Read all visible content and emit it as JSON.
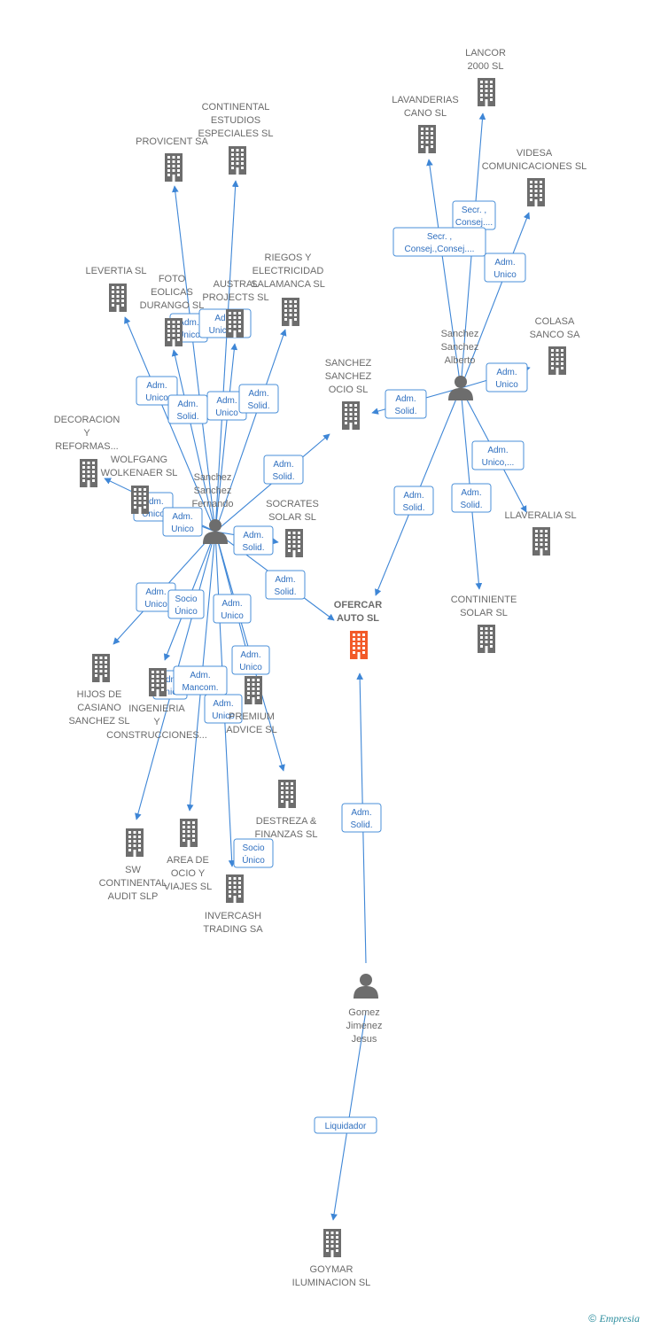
{
  "colors": {
    "company": "#6d6d6d",
    "focus": "#f25a29",
    "person": "#6d6d6d",
    "edge": "#3e86d6",
    "role": "#2f6fbf"
  },
  "nodes": [
    {
      "id": "lancor",
      "type": "company",
      "lines": [
        "LANCOR",
        "2000 SL"
      ]
    },
    {
      "id": "lavanderias",
      "type": "company",
      "lines": [
        "LAVANDERIAS",
        "CANO SL"
      ]
    },
    {
      "id": "videsa",
      "type": "company",
      "lines": [
        "VIDESA",
        "COMUNICACIONES SL"
      ]
    },
    {
      "id": "continental_estudios",
      "type": "company",
      "lines": [
        "CONTINENTAL",
        "ESTUDIOS",
        "ESPECIALES  SL"
      ]
    },
    {
      "id": "provicent",
      "type": "company",
      "lines": [
        "PROVICENT SA"
      ]
    },
    {
      "id": "riegos",
      "type": "company",
      "lines": [
        "RIEGOS Y",
        "ELECTRICIDAD",
        "SALAMANCA SL"
      ]
    },
    {
      "id": "levertia",
      "type": "company",
      "lines": [
        "LEVERTIA SL"
      ]
    },
    {
      "id": "foto",
      "type": "company",
      "lines": [
        "FOTO",
        "EOLICAS",
        "DURANGO  SL"
      ]
    },
    {
      "id": "austral",
      "type": "company",
      "lines": [
        "AUSTRAL",
        "PROJECTS  SL"
      ]
    },
    {
      "id": "colasa",
      "type": "company",
      "lines": [
        "COLASA",
        "SANCO SA"
      ]
    },
    {
      "id": "sanchez_ocio",
      "type": "company",
      "lines": [
        "SANCHEZ",
        "SANCHEZ",
        "OCIO SL"
      ]
    },
    {
      "id": "decoracion",
      "type": "company",
      "lines": [
        "DECORACION",
        "Y",
        "REFORMAS..."
      ]
    },
    {
      "id": "wolfgang",
      "type": "company",
      "lines": [
        "WOLFGANG",
        "WOLKENAER SL"
      ]
    },
    {
      "id": "socrates",
      "type": "company",
      "lines": [
        "SOCRATES",
        "SOLAR SL"
      ]
    },
    {
      "id": "llaveralia",
      "type": "company",
      "lines": [
        "LLAVERALIA SL"
      ]
    },
    {
      "id": "ofercar",
      "type": "focus",
      "lines": [
        "OFERCAR",
        "AUTO  SL"
      ]
    },
    {
      "id": "continiente",
      "type": "company",
      "lines": [
        "CONTINIENTE",
        "SOLAR SL"
      ]
    },
    {
      "id": "hijos",
      "type": "company",
      "lines": [
        "HIJOS DE",
        "CASIANO",
        "SANCHEZ  SL"
      ]
    },
    {
      "id": "ingenieria",
      "type": "company",
      "lines": [
        "INGENIERIA",
        "Y",
        "CONSTRUCCIONES..."
      ]
    },
    {
      "id": "premium",
      "type": "company",
      "lines": [
        "PREMIUM",
        "ADVICE SL"
      ]
    },
    {
      "id": "destreza",
      "type": "company",
      "lines": [
        "DESTREZA &",
        "FINANZAS SL"
      ]
    },
    {
      "id": "sw",
      "type": "company",
      "lines": [
        "SW",
        "CONTINENTAL",
        "AUDIT  SLP"
      ]
    },
    {
      "id": "area",
      "type": "company",
      "lines": [
        "AREA DE",
        "OCIO Y",
        "VIAJES SL"
      ]
    },
    {
      "id": "invercash",
      "type": "company",
      "lines": [
        "INVERCASH",
        "TRADING SA"
      ]
    },
    {
      "id": "goymar",
      "type": "company",
      "lines": [
        "GOYMAR",
        "ILUMINACION SL"
      ]
    },
    {
      "id": "ssalberto",
      "type": "person",
      "lines": [
        "Sanchez",
        "Sanchez",
        "Alberto"
      ]
    },
    {
      "id": "ssfernando",
      "type": "person",
      "lines": [
        "Sanchez",
        "Sanchez",
        "Fernando"
      ]
    },
    {
      "id": "gomez",
      "type": "person",
      "lines": [
        "Gomez",
        "Jimenez",
        "Jesus"
      ]
    }
  ],
  "roles": [
    {
      "id": "r_secr1",
      "lines": [
        "Secr. ,",
        "Consej...."
      ]
    },
    {
      "id": "r_secr2",
      "lines": [
        "Secr. ,",
        "Consej.,Consej...."
      ]
    },
    {
      "id": "r_adm_videsa",
      "lines": [
        "Adm.",
        "Unico"
      ]
    },
    {
      "id": "r_adm_colasa",
      "lines": [
        "Adm.",
        "Unico"
      ]
    },
    {
      "id": "r_adm_ocio",
      "lines": [
        "Adm.",
        "Solid."
      ]
    },
    {
      "id": "r_adm_llav",
      "lines": [
        "Adm.",
        "Unico,..."
      ]
    },
    {
      "id": "r_adm_ofer_a",
      "lines": [
        "Adm.",
        "Solid."
      ]
    },
    {
      "id": "r_adm_cont",
      "lines": [
        "Adm.",
        "Solid."
      ]
    },
    {
      "id": "r_adm_foto",
      "lines": [
        "Adm.",
        "Unico"
      ]
    },
    {
      "id": "r_adm_cont_est",
      "lines": [
        "Adm.",
        "Unico,..."
      ]
    },
    {
      "id": "r_adm_lev",
      "lines": [
        "Adm.",
        "Unico"
      ]
    },
    {
      "id": "r_adm_prov",
      "lines": [
        "Adm.",
        "Solid."
      ]
    },
    {
      "id": "r_adm_aus",
      "lines": [
        "Adm.",
        "Unico"
      ]
    },
    {
      "id": "r_adm_rieg",
      "lines": [
        "Adm.",
        "Solid."
      ]
    },
    {
      "id": "r_adm_ocio_f",
      "lines": [
        "Adm.",
        "Solid."
      ]
    },
    {
      "id": "r_adm_wolf",
      "lines": [
        "Adm.",
        "Unico"
      ]
    },
    {
      "id": "r_adm_deco",
      "lines": [
        "Adm.",
        "Unico"
      ]
    },
    {
      "id": "r_adm_socr",
      "lines": [
        "Adm.",
        "Solid."
      ]
    },
    {
      "id": "r_adm_ofer_f",
      "lines": [
        "Adm.",
        "Solid."
      ]
    },
    {
      "id": "r_adm_hijos",
      "lines": [
        "Adm.",
        "Unico"
      ]
    },
    {
      "id": "r_socio_ing",
      "lines": [
        "Socio",
        "Único"
      ]
    },
    {
      "id": "r_adm_prem1",
      "lines": [
        "Adm.",
        "Unico"
      ]
    },
    {
      "id": "r_adm_dest",
      "lines": [
        "Adm.",
        "Unico"
      ]
    },
    {
      "id": "r_adm_ing",
      "lines": [
        "Adm.",
        "Unico"
      ]
    },
    {
      "id": "r_mancom",
      "lines": [
        "Adm.",
        "Mancom."
      ]
    },
    {
      "id": "r_adm_area",
      "lines": [
        "Adm.",
        "Unico"
      ]
    },
    {
      "id": "r_socio_inv",
      "lines": [
        "Socio",
        "Único"
      ]
    },
    {
      "id": "r_adm_gomez",
      "lines": [
        "Adm.",
        "Solid."
      ]
    },
    {
      "id": "r_liquidador",
      "lines": [
        "Liquidador"
      ]
    }
  ],
  "footer": {
    "symbol": "©",
    "brand": "Empresia"
  }
}
